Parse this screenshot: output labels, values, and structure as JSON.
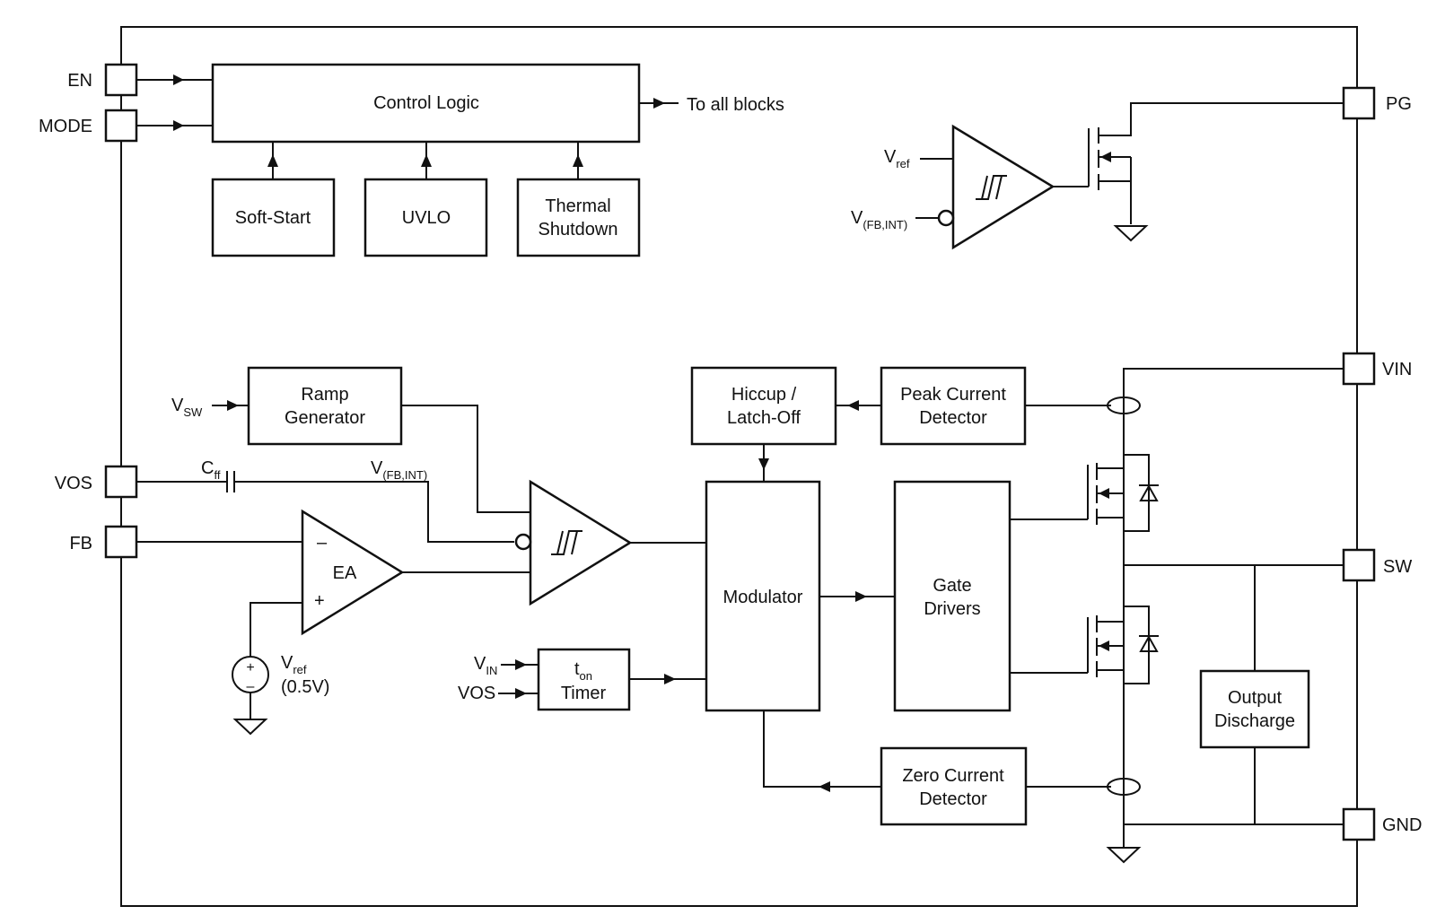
{
  "pins": {
    "en": "EN",
    "mode": "MODE",
    "vos": "VOS",
    "fb": "FB",
    "pg": "PG",
    "vin": "VIN",
    "sw": "SW",
    "gnd": "GND"
  },
  "blocks": {
    "control_logic": "Control Logic",
    "soft_start": "Soft-Start",
    "uvlo": "UVLO",
    "thermal_1": "Thermal",
    "thermal_2": "Shutdown",
    "ramp_1": "Ramp",
    "ramp_2": "Generator",
    "hiccup_1": "Hiccup /",
    "hiccup_2": "Latch-Off",
    "peak_1": "Peak Current",
    "peak_2": "Detector",
    "modulator": "Modulator",
    "gate_1": "Gate",
    "gate_2": "Drivers",
    "timer_ton_base": "t",
    "timer_ton_sub": "on",
    "timer_2": "Timer",
    "output_1": "Output",
    "output_2": "Discharge",
    "zero_1": "Zero Current",
    "zero_2": "Detector",
    "ea": "EA"
  },
  "signals": {
    "to_all_blocks": "To all blocks",
    "v_base": "V",
    "c_base": "C",
    "ref_sub": "ref",
    "fb_int_sub": "(FB,INT)",
    "sw_sub": "SW",
    "in_sub": "IN",
    "ff_sub": "ff",
    "vos_input": "VOS",
    "vref_value": "(0.5V)",
    "ea_minus": "–",
    "ea_plus": "+",
    "src_plus": "+",
    "src_minus": "–"
  }
}
